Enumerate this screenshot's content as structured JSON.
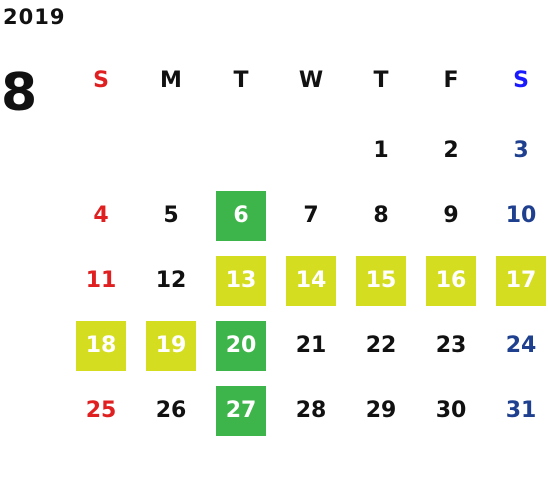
{
  "calendar": {
    "year": "2019",
    "month": "8",
    "weekdays": [
      "S",
      "M",
      "T",
      "W",
      "T",
      "F",
      "S"
    ],
    "first_weekday_index": 4,
    "days_in_month": 31,
    "weeks": [
      [
        "",
        "",
        "",
        "",
        "1",
        "2",
        "3"
      ],
      [
        "4",
        "5",
        "6",
        "7",
        "8",
        "9",
        "10"
      ],
      [
        "11",
        "12",
        "13",
        "14",
        "15",
        "16",
        "17"
      ],
      [
        "18",
        "19",
        "20",
        "21",
        "22",
        "23",
        "24"
      ],
      [
        "25",
        "26",
        "27",
        "28",
        "29",
        "30",
        "31"
      ]
    ],
    "highlights": {
      "green": [
        "6",
        "20",
        "27"
      ],
      "yellow": [
        "13",
        "14",
        "15",
        "16",
        "17",
        "18",
        "19"
      ]
    }
  },
  "colors": {
    "sunday": "#e02020",
    "saturday_header": "#1a1aff",
    "saturday_date": "#1f3f8f",
    "weekday": "#111111",
    "highlight_green": "#3db54a",
    "highlight_yellow": "#d4dd1f",
    "highlight_text": "#ffffff"
  }
}
